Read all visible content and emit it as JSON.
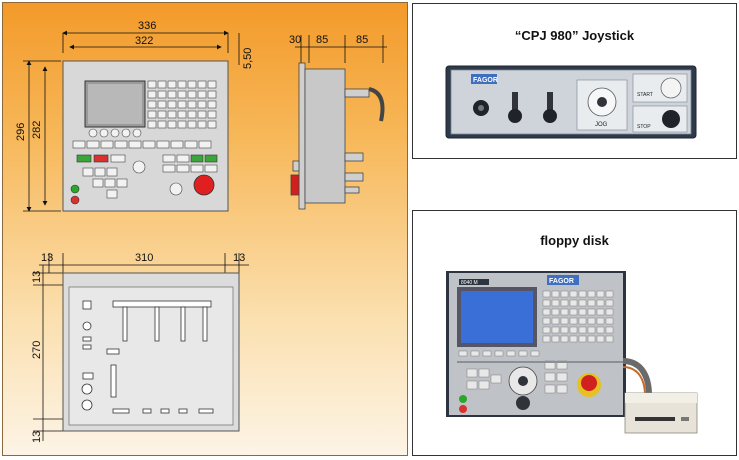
{
  "drawing": {
    "front_view": {
      "width_outer": "336",
      "width_inner": "322",
      "height_outer": "296",
      "height_inner": "282",
      "offset": "5,50"
    },
    "side_view": {
      "dim_a": "30",
      "dim_b": "85",
      "dim_c": "85"
    },
    "cutout_view": {
      "margin_left": "13",
      "width": "310",
      "margin_right": "13",
      "margin_top": "13",
      "height": "270",
      "margin_bottom": "13"
    }
  },
  "photos": {
    "joystick": {
      "caption": "“CPJ 980” Joystick",
      "brand_label": "FAGOR",
      "start_label": "START",
      "stop_label": "STOP",
      "jog_label": "JOG"
    },
    "floppy": {
      "caption": "floppy disk",
      "brand_label": "FAGOR",
      "model_label": "8040 M"
    }
  },
  "colors": {
    "background_top": "#f39a2a",
    "background_bottom": "#fdf4e6",
    "panel_gray": "#bfc3c7",
    "screen_blue": "#3b6fd8"
  }
}
